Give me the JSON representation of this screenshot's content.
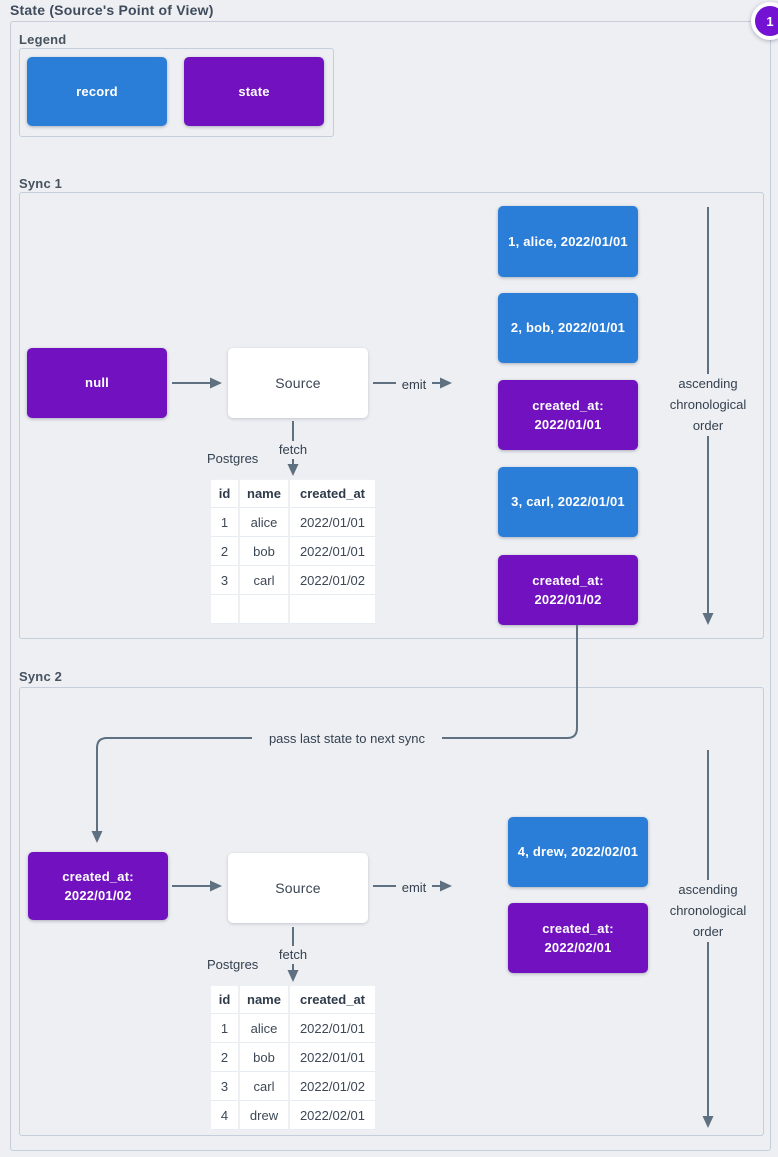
{
  "page": {
    "title": "State (Source's Point of View)",
    "badge": "1"
  },
  "colors": {
    "background": "#edeff3",
    "frame_border": "#c5ceda",
    "record_blue": "#2b7ed8",
    "state_purple": "#7111bf",
    "arrow_gray": "#5f7080",
    "badge_purple": "#7312d2"
  },
  "legend": {
    "label": "Legend",
    "record_label": "record",
    "state_label": "state"
  },
  "connector": {
    "label": "pass last state to next sync"
  },
  "sync1": {
    "label": "Sync 1",
    "input_state": "null",
    "source_label": "Source",
    "emit_label": "emit",
    "fetch_label": "fetch",
    "db_label": "Postgres",
    "order_label": "ascending chronological order",
    "outputs": [
      {
        "type": "record",
        "label": "1, alice, 2022/01/01"
      },
      {
        "type": "record",
        "label": "2, bob, 2022/01/01"
      },
      {
        "type": "state",
        "label": "created_at:\n2022/01/01"
      },
      {
        "type": "record",
        "label": "3, carl, 2022/01/01"
      },
      {
        "type": "state",
        "label": "created_at:\n2022/01/02"
      }
    ],
    "table": {
      "headers": [
        "id",
        "name",
        "created_at"
      ],
      "rows": [
        [
          "1",
          "alice",
          "2022/01/01"
        ],
        [
          "2",
          "bob",
          "2022/01/01"
        ],
        [
          "3",
          "carl",
          "2022/01/02"
        ],
        [
          "",
          "",
          ""
        ]
      ]
    }
  },
  "sync2": {
    "label": "Sync 2",
    "input_state": "created_at:\n2022/01/02",
    "source_label": "Source",
    "emit_label": "emit",
    "fetch_label": "fetch",
    "db_label": "Postgres",
    "order_label": "ascending chronological order",
    "outputs": [
      {
        "type": "record",
        "label": "4, drew, 2022/02/01"
      },
      {
        "type": "state",
        "label": "created_at:\n2022/02/01"
      }
    ],
    "table": {
      "headers": [
        "id",
        "name",
        "created_at"
      ],
      "rows": [
        [
          "1",
          "alice",
          "2022/01/01"
        ],
        [
          "2",
          "bob",
          "2022/01/01"
        ],
        [
          "3",
          "carl",
          "2022/01/02"
        ],
        [
          "4",
          "drew",
          "2022/02/01"
        ]
      ]
    }
  }
}
